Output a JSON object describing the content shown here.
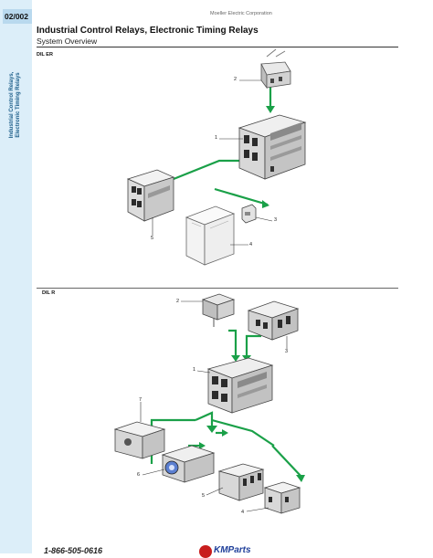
{
  "header": {
    "page_number": "02/002",
    "company": "Moeller Electric Corporation",
    "title": "Industrial Control Relays, Electronic Timing Relays",
    "subtitle": "System Overview"
  },
  "sidebar": {
    "line1": "Industrial Control Relays,",
    "line2": "Electronic Timing Relays"
  },
  "sections": [
    {
      "label": "DIL ER",
      "callouts": [
        "1",
        "2",
        "3",
        "4",
        "5"
      ]
    },
    {
      "label": "DIL R",
      "callouts": [
        "1",
        "2",
        "3",
        "4",
        "5",
        "6",
        "7"
      ]
    }
  ],
  "footer": {
    "phone": "1-866-505-0616",
    "logo_text": "KMParts"
  },
  "colors": {
    "accent_green": "#1aa048",
    "sidebar_bg": "#dceef9",
    "page_tab": "#b9d9ee",
    "logo_red": "#c81d1d",
    "logo_blue": "#1f3f9a"
  }
}
